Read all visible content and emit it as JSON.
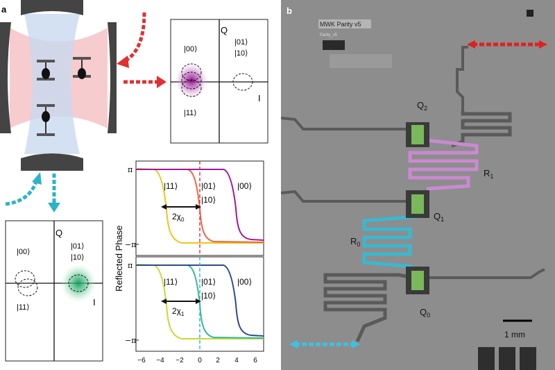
{
  "panel_a": {
    "label": "a",
    "iq_top": {
      "q_label": "Q",
      "i_label": "I",
      "state_00": "|00⟩",
      "state_01": "|01⟩",
      "state_10": "|10⟩",
      "state_11": "|11⟩"
    },
    "iq_bottom": {
      "q_label": "Q",
      "i_label": "I",
      "state_00": "|00⟩",
      "state_01": "|01⟩",
      "state_10": "|10⟩",
      "state_11": "|11⟩"
    },
    "plot_top": {
      "label_11": "|11⟩",
      "label_01": "|01⟩",
      "label_10": "|10⟩",
      "label_00": "|00⟩",
      "chi_label": "2χ",
      "chi_sub": "0"
    },
    "plot_bottom": {
      "label_11": "|11⟩",
      "label_01": "|01⟩",
      "label_10": "|10⟩",
      "label_00": "|00⟩",
      "chi_label": "2χ",
      "chi_sub": "1"
    },
    "ylabel": "Reflected Phase",
    "ytick_top": "π",
    "ytick_bottom": "−π",
    "xticks": [
      "−6",
      "−4",
      "−2",
      "0",
      "2",
      "4",
      "6"
    ],
    "colors": {
      "red_arrow": "#e03131",
      "cyan_arrow": "#2bb3c8",
      "magenta": "#a0189a",
      "green": "#1fa468"
    }
  },
  "panel_b": {
    "label": "b",
    "chip_title": "MWK Parity v5",
    "chip_subtitle": "Parity_v5",
    "q2_label": "Q",
    "q2_sub": "2",
    "q1_label": "Q",
    "q1_sub": "1",
    "q0_label": "Q",
    "q0_sub": "0",
    "r1_label": "R",
    "r1_sub": "1",
    "r0_label": "R",
    "r0_sub": "0",
    "scale_label": "1 mm",
    "colors": {
      "resonator_r1": "#c98ad0",
      "resonator_r0": "#3bb8d0",
      "arrow_red": "#e02020",
      "arrow_cyan": "#40c0e0"
    }
  }
}
